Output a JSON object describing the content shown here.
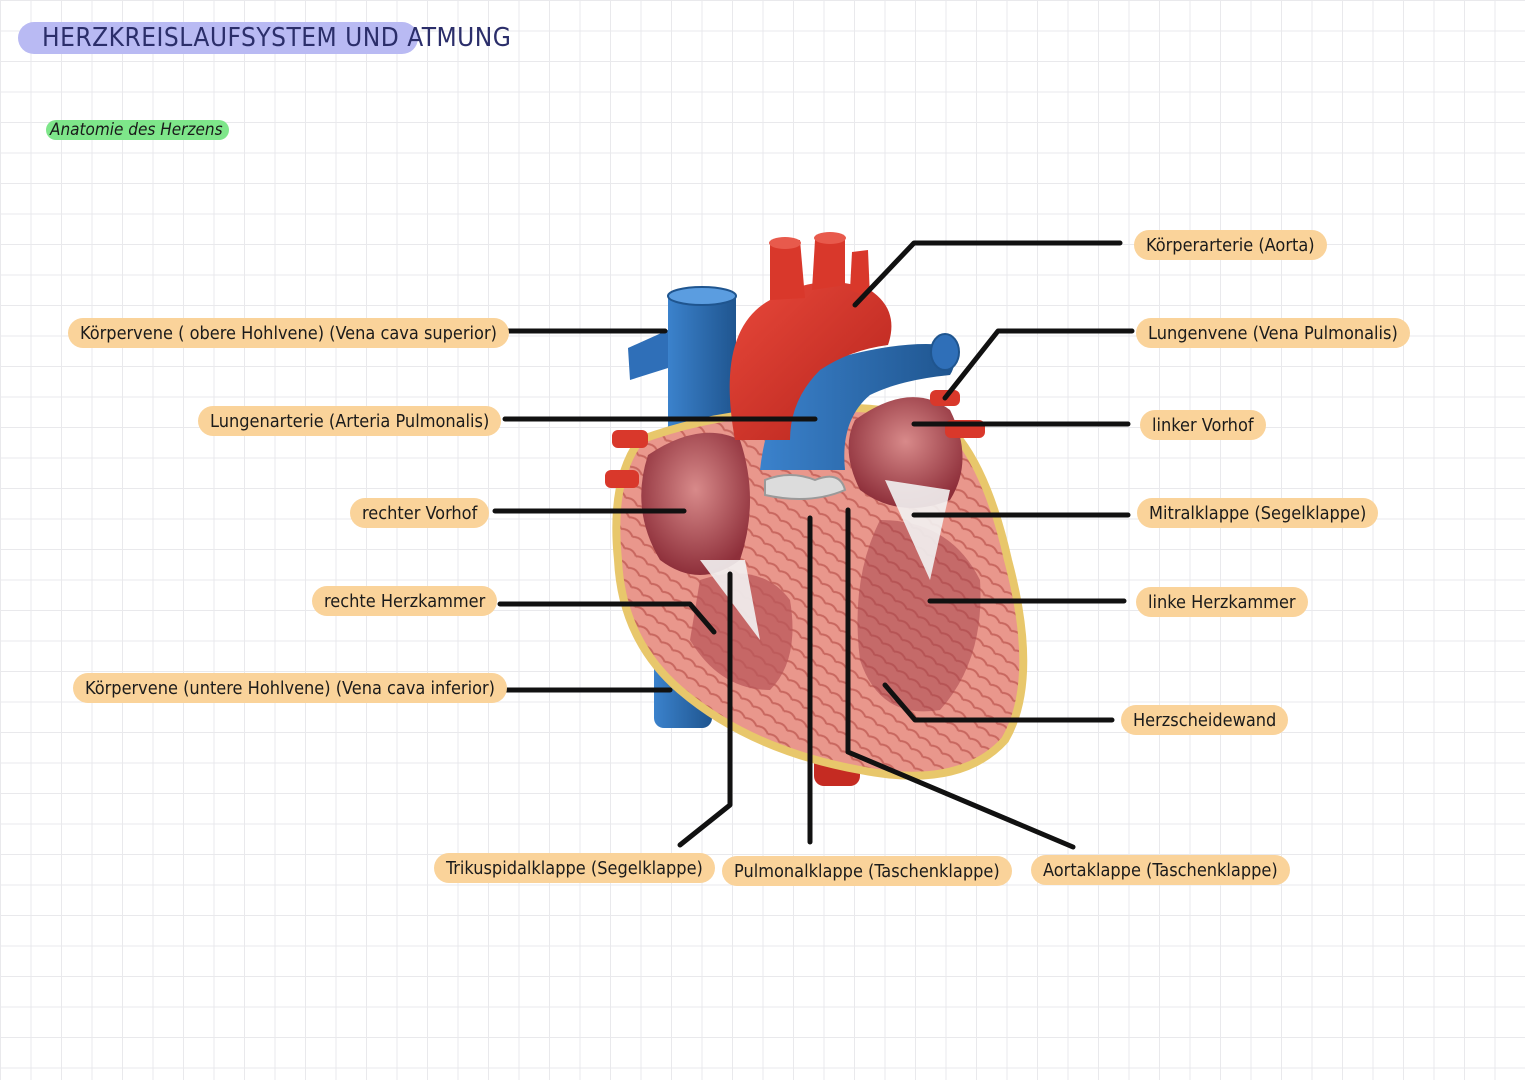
{
  "title": "HERZKREISLAUFSYSTEM   UND ATMUNG",
  "subtitle": "Anatomie  des  Herzens",
  "labels": {
    "aorta": "Körperarterie (Aorta)",
    "vena_cava_superior": "Körpervene ( obere Hohlvene) (Vena cava superior)",
    "lungenvene": "Lungenvene (Vena Pulmonalis)",
    "lungenarterie": "Lungenarterie (Arteria Pulmonalis)",
    "linker_vorhof": "linker Vorhof",
    "rechter_vorhof": "rechter Vorhof",
    "mitralklappe": "Mitralklappe (Segelklappe)",
    "rechte_herzkammer": "rechte Herzkammer",
    "linke_herzkammer": "linke Herzkammer",
    "vena_cava_inferior": "Körpervene (untere Hohlvene) (Vena cava inferior)",
    "herzscheidewand": "Herzscheidewand",
    "trikuspidalklappe": "Trikuspidalklappe (Segelklappe)",
    "pulmonalklappe": "Pulmonalklappe (Taschenklappe)",
    "aortaklappe": "Aortaklappe (Taschenklappe)"
  },
  "colors": {
    "title_highlight": "#b9baf3",
    "subtitle_highlight": "#7ee68a",
    "label_highlight": "#fad39a",
    "artery_red": "#d9382b",
    "vein_blue": "#2f6fb8",
    "muscle_pink": "#e89a8e",
    "leader_line": "#111111"
  }
}
